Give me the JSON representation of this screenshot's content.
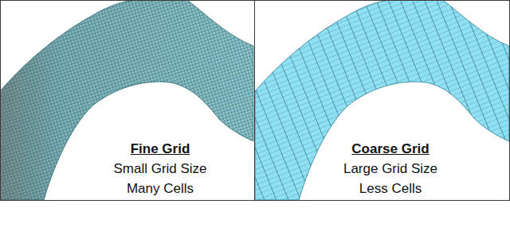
{
  "diagram": {
    "nodes": [
      {
        "text": [
          "Fine Grid",
          "Small Grid Size",
          "Many Cells"
        ]
      },
      {
        "text": [
          "Coarse Grid",
          "Large Grid Size",
          "Less Cells"
        ]
      }
    ]
  }
}
